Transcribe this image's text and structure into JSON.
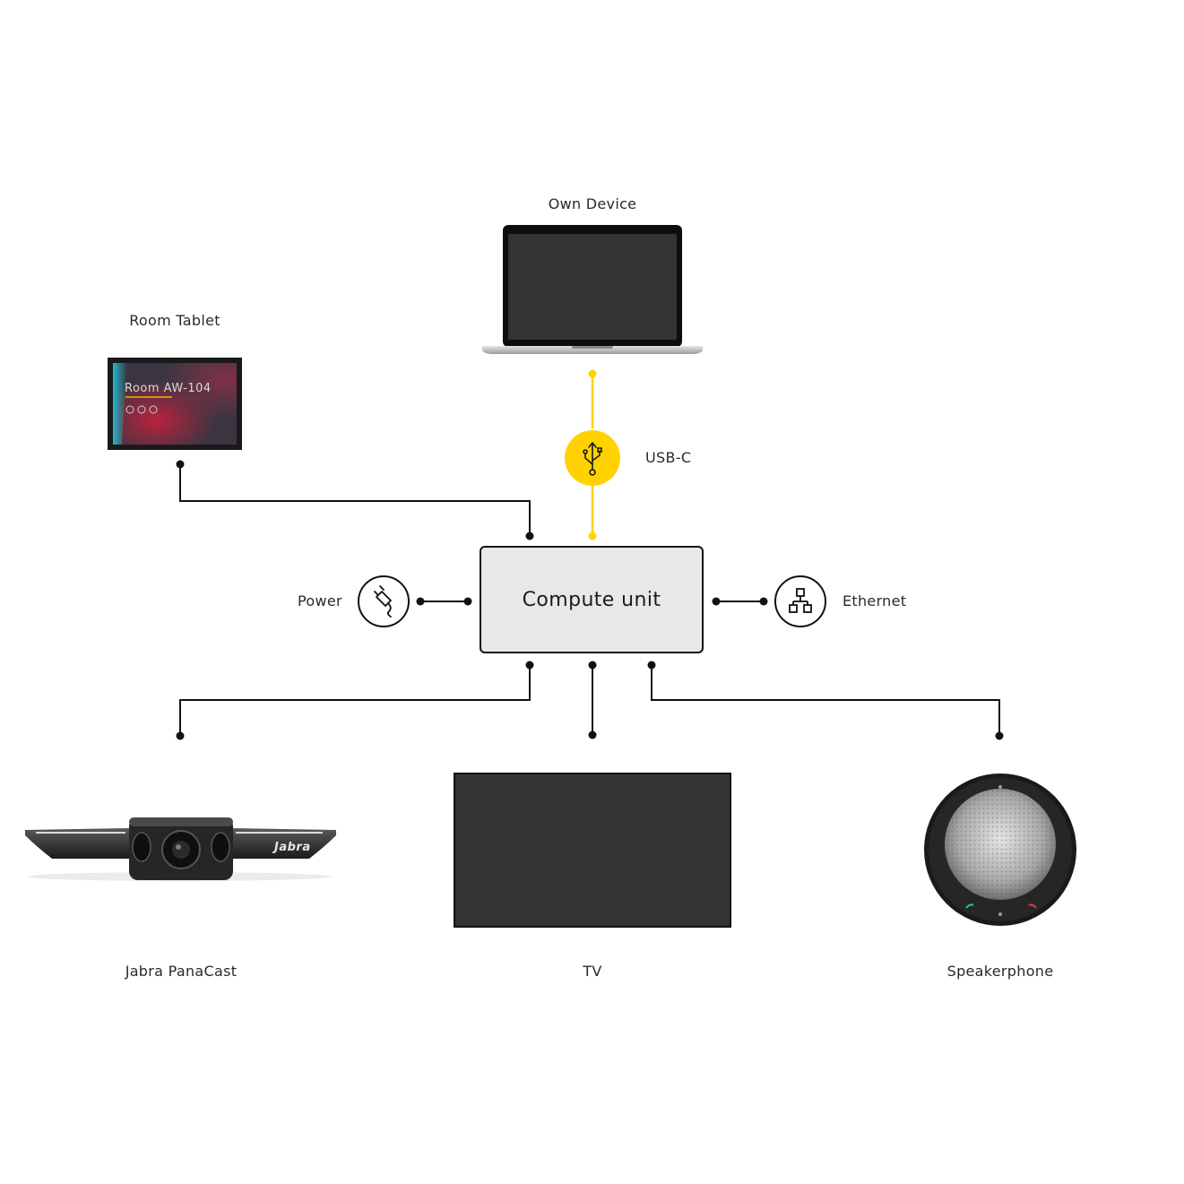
{
  "nodes": {
    "own_device": {
      "label": "Own Device"
    },
    "room_tablet": {
      "label": "Room Tablet",
      "screen_text": "Room AW-104"
    },
    "compute_unit": {
      "label": "Compute unit"
    },
    "usb": {
      "label": "USB-C"
    },
    "power": {
      "label": "Power"
    },
    "ethernet": {
      "label": "Ethernet"
    },
    "panacast": {
      "label": "Jabra PanaCast",
      "brand": "Jabra"
    },
    "tv": {
      "label": "TV"
    },
    "speakerphone": {
      "label": "Speakerphone"
    }
  },
  "colors": {
    "accent_usb": "#FFD200",
    "line": "#111111",
    "compute_fill": "#E8E8E8",
    "screen_dark": "#333333"
  },
  "icons": {
    "usb": "usb-icon",
    "power": "plug-icon",
    "ethernet": "network-icon"
  }
}
